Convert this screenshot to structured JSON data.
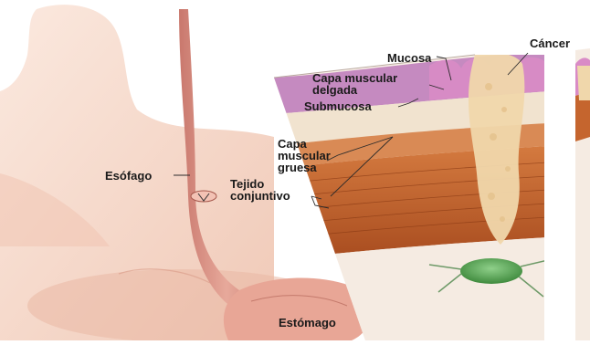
{
  "colors": {
    "skin": "#f3d3c3",
    "skin_shadow": "#e4b8a3",
    "esophagus": "#d98f82",
    "muscle": "#c5652e",
    "mucosa": "#b66fae",
    "cancer": "#f0d7ab",
    "node": "#5ea35a",
    "line": "#2b2b2b"
  },
  "labels": {
    "mucosa": "Mucosa",
    "cancer": "Cáncer",
    "capa_muscular_delgada": [
      "Capa muscular",
      "delgada"
    ],
    "submucosa": "Submucosa",
    "capa_muscular_gruesa": [
      "Capa",
      "muscular",
      "gruesa"
    ],
    "tejido_conjuntivo": [
      "Tejido",
      "conjuntivo"
    ],
    "esofago": "Esófago",
    "estomago": "Estómago"
  }
}
